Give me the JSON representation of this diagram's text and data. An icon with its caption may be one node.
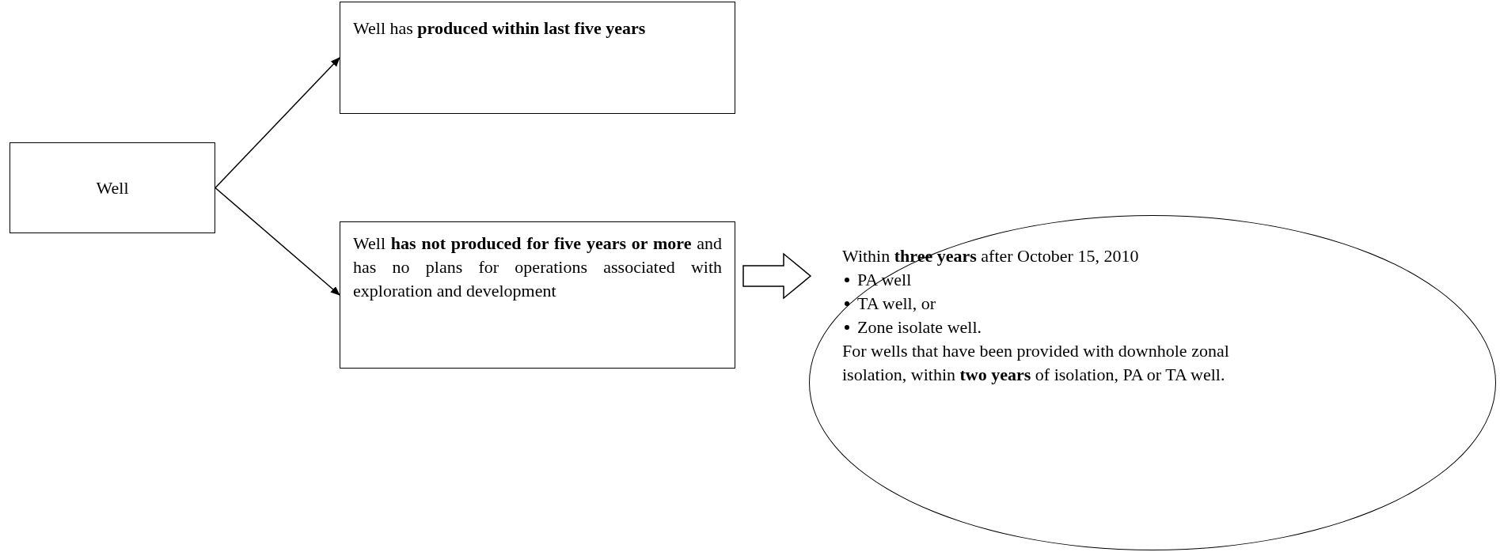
{
  "diagram": {
    "nodes": [
      {
        "text": [
          "Well"
        ]
      },
      {
        "text": [
          "Well has **produced within last five years**"
        ]
      },
      {
        "text": [
          "Well **has not produced for five years or more** and has no plans for operations associated with exploration and development"
        ]
      },
      {
        "text": [
          "Within **three years** after October 15, 2010",
          "PA well",
          "TA well, or",
          "Zone isolate well.",
          "For wells that have been provided with downhole zonal isolation, within **two years** of isolation, PA or TA well."
        ]
      }
    ],
    "edges": [
      {
        "from": 0,
        "to": 1,
        "arrow": "to"
      },
      {
        "from": 0,
        "to": 2,
        "arrow": "to"
      },
      {
        "from": 2,
        "to": 3,
        "arrow": "to"
      }
    ]
  }
}
